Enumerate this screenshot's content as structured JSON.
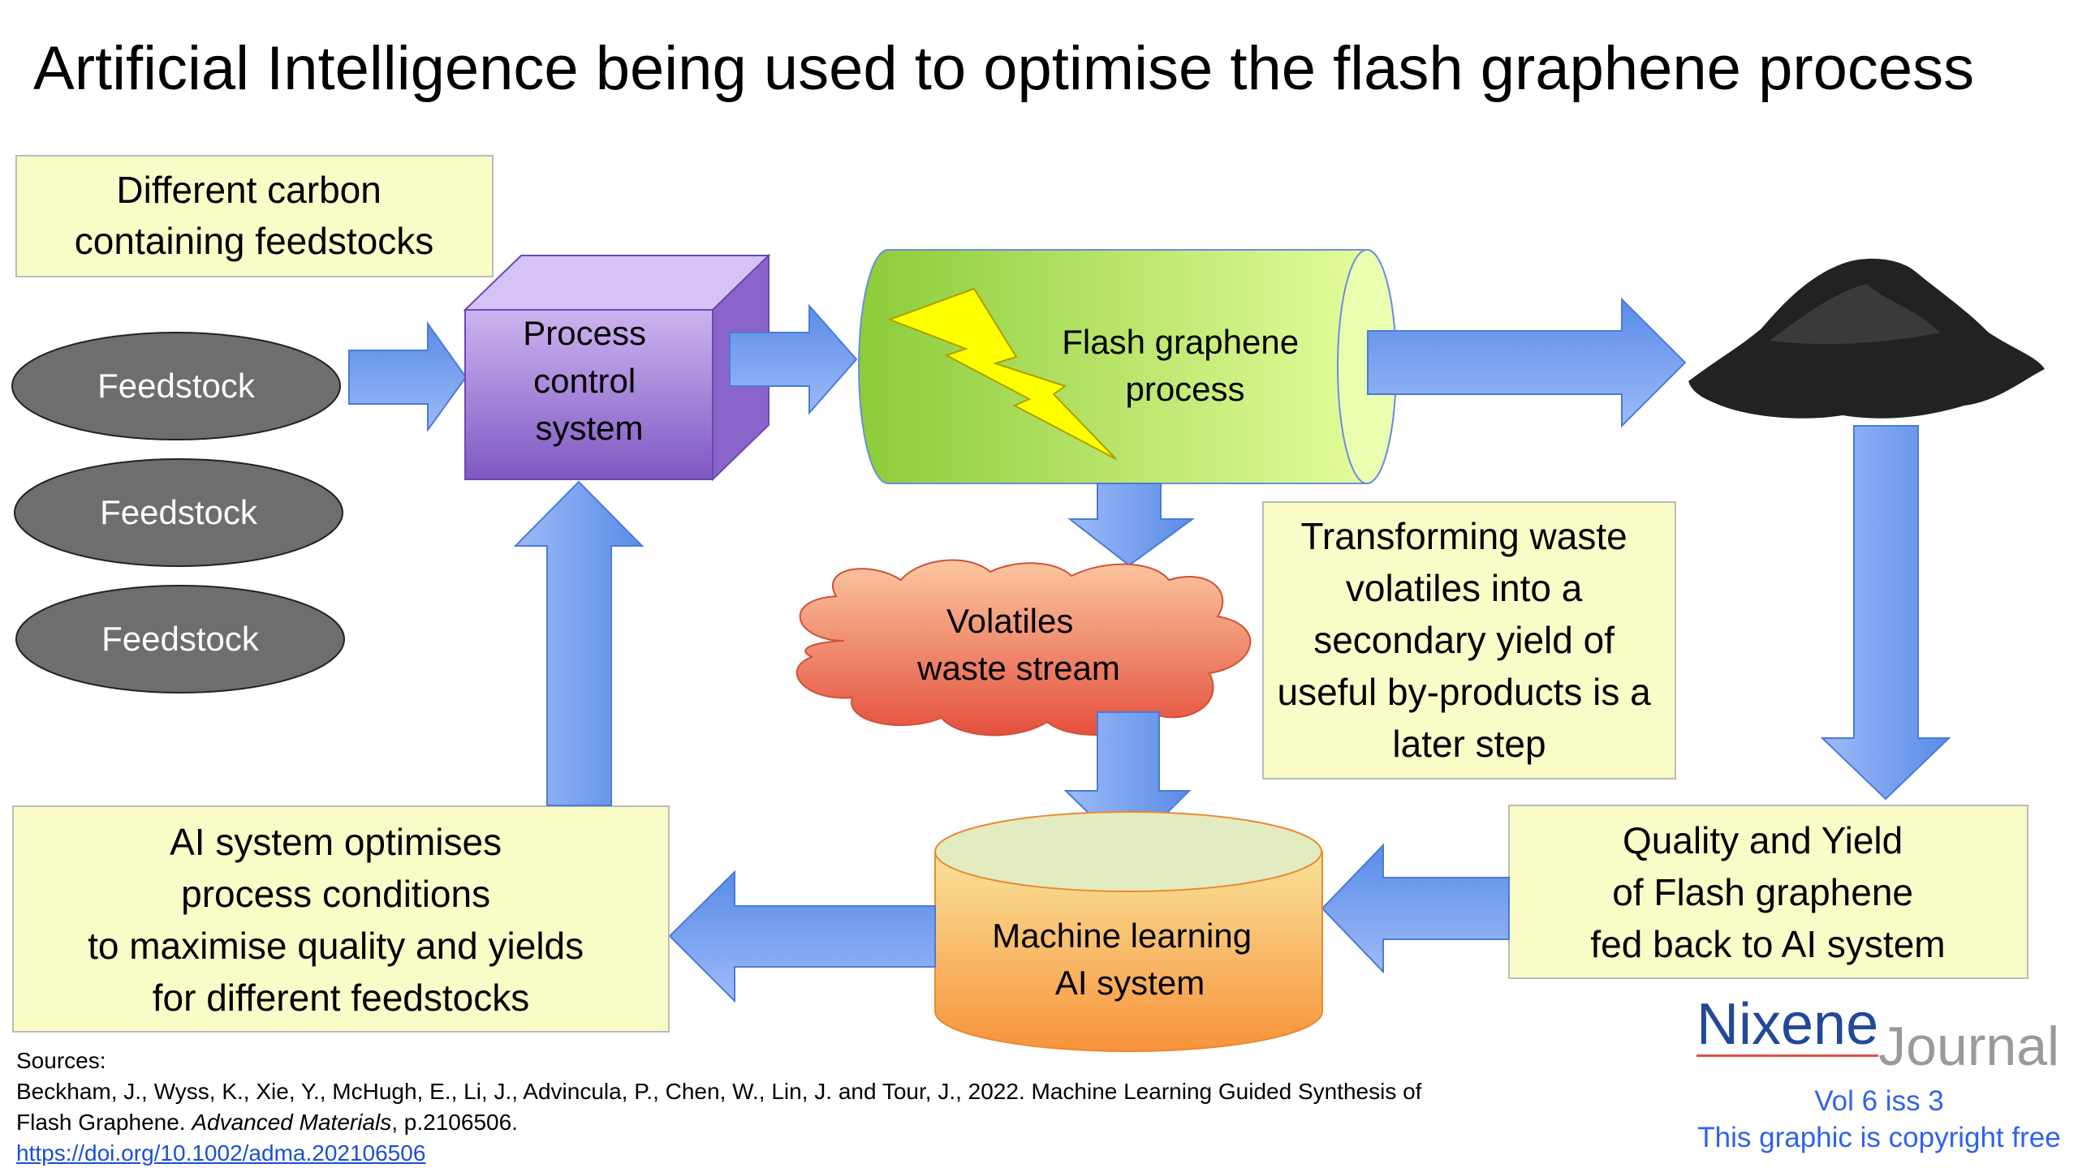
{
  "title": "Artificial Intelligence being used to optimise the flash graphene process",
  "feedstock_box": {
    "lines": [
      "Different carbon",
      "containing feedstocks"
    ]
  },
  "feedstocks": [
    "Feedstock",
    "Feedstock",
    "Feedstock"
  ],
  "process_control": {
    "lines": [
      "Process",
      "control",
      "system"
    ]
  },
  "flash_process": {
    "lines": [
      "Flash graphene",
      "process"
    ]
  },
  "volatiles": {
    "lines": [
      "Volatiles",
      "waste stream"
    ]
  },
  "transform_box": {
    "lines": [
      "Transforming waste",
      "volatiles into a",
      "secondary yield of",
      "useful by-products is a",
      "later step"
    ]
  },
  "quality_box": {
    "lines": [
      "Quality and Yield",
      "of Flash graphene",
      "fed back to AI system"
    ]
  },
  "ml_system": {
    "lines": [
      "Machine learning",
      "AI system"
    ]
  },
  "ai_box": {
    "lines": [
      "AI system optimises",
      "process conditions",
      "to maximise quality and yields",
      "for different feedstocks"
    ]
  },
  "sources": {
    "label": "Sources:",
    "citation_line1": "Beckham, J., Wyss, K., Xie, Y., McHugh, E., Li, J., Advincula, P., Chen, W., Lin, J. and Tour, J., 2022. Machine Learning Guided Synthesis of",
    "citation_line2_a": "Flash Graphene. ",
    "citation_journal": "Advanced Materials",
    "citation_line2_b": ", p.2106506.",
    "doi": "https://doi.org/10.1002/adma.202106506"
  },
  "logo": {
    "brand": "Nixene",
    "suffix": "Journal"
  },
  "issue": "Vol 6 iss 3",
  "copyright": "This graphic is copyright free",
  "colors": {
    "arrow": "#6f9ef0",
    "note_box": "#fafcc8",
    "ellipse": "#6e6e6e",
    "purple": "#a07fd8",
    "green": "#b8e05c",
    "orange": "#f7a04a",
    "cloud": "#f08a6a"
  }
}
